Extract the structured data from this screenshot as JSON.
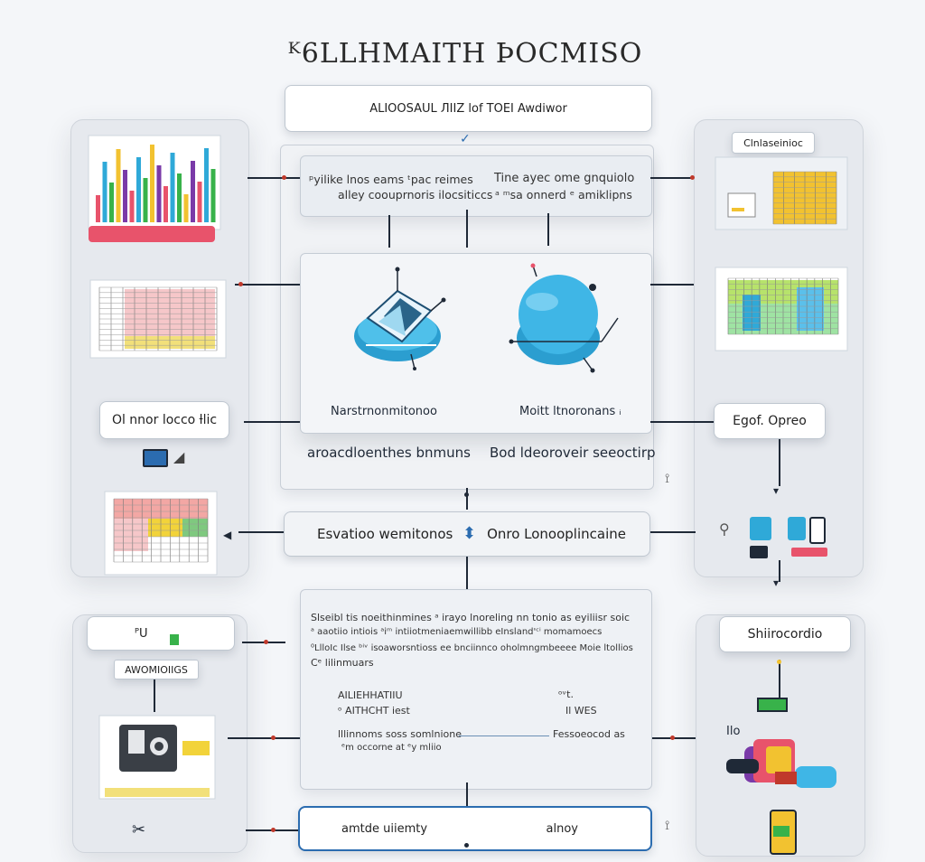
{
  "title": "ᴷ6LLHMAITH ÞOCMISO",
  "header_box": "ALIOOSAUL ЛIIZ lof TOEI Awdiwor",
  "top_box": {
    "left": "ᵖyilike lnos eams ᵗpac reimes alley coouprnoris ilocsiticcs",
    "left_l1": "ᵖyilike lnos eams ᵗpac reimes",
    "left_l2": "alley coouprnoris ilocsiticcs",
    "right_l1": "Tine ayec ome gnquiolo",
    "right_l2": "ᵃ ᵐsa onnerd ᵉ amiklipns"
  },
  "center": {
    "caption_left": "Narstrnonmitonoo",
    "caption_right": "Moitt ltnoronans ᵢ",
    "sub_left": "aroacdloenthes bnmuns",
    "sub_right": "Bod ldeoroveir seeoctirp"
  },
  "mid_bar": {
    "left": "Esvatioo wemitonos",
    "right": "Onro Lonooplincaine"
  },
  "desc": {
    "l1": "Slseibl tis noeithinmines ᵃ irayo lnoreling nn tonio as eyiliisr soic",
    "l2": "ᵃ aaotiio intiois ᵃiᵐ intiiotmeniaemwillibb eInsland'ᶜⁱ momamoecs",
    "l3": "⁰LlloIc Ilse ᵇⁱᵛ isoaworsntioss ee bnciinnco oholmngmbeeee Moie ltollios",
    "l4": "Cᵉ lilinmuars",
    "r1a": "AILIEHHATIIU",
    "r1b": "ᵒᵛt.",
    "r2a": "ᵒ AITHCHT iest",
    "r2b": "Il WES",
    "r3a": "lllinnoms soss somlnione",
    "r3b": "ᵉm occorne at ᵉy mliio",
    "r3c": "Fessoeocod as"
  },
  "bottom_bar": {
    "left": "amtde uiiemty",
    "right": "alnoy"
  },
  "left_panel": {
    "label": "Ol nnor locco ƚlic"
  },
  "bottom_left": {
    "label1": "ᴾU",
    "label2": "AWOMIOIIGS"
  },
  "right_panel": {
    "label_top": "Clnlaseinioc",
    "label_mid": "Egof. Opreo"
  },
  "bottom_right": {
    "label": "Shiirocordio",
    "tag": "Ilo"
  },
  "colors": {
    "accent_red": "#c0392b",
    "blue": "#2fa9d8",
    "yellow": "#f2c230",
    "green": "#38b24a",
    "pink": "#e8536b"
  }
}
